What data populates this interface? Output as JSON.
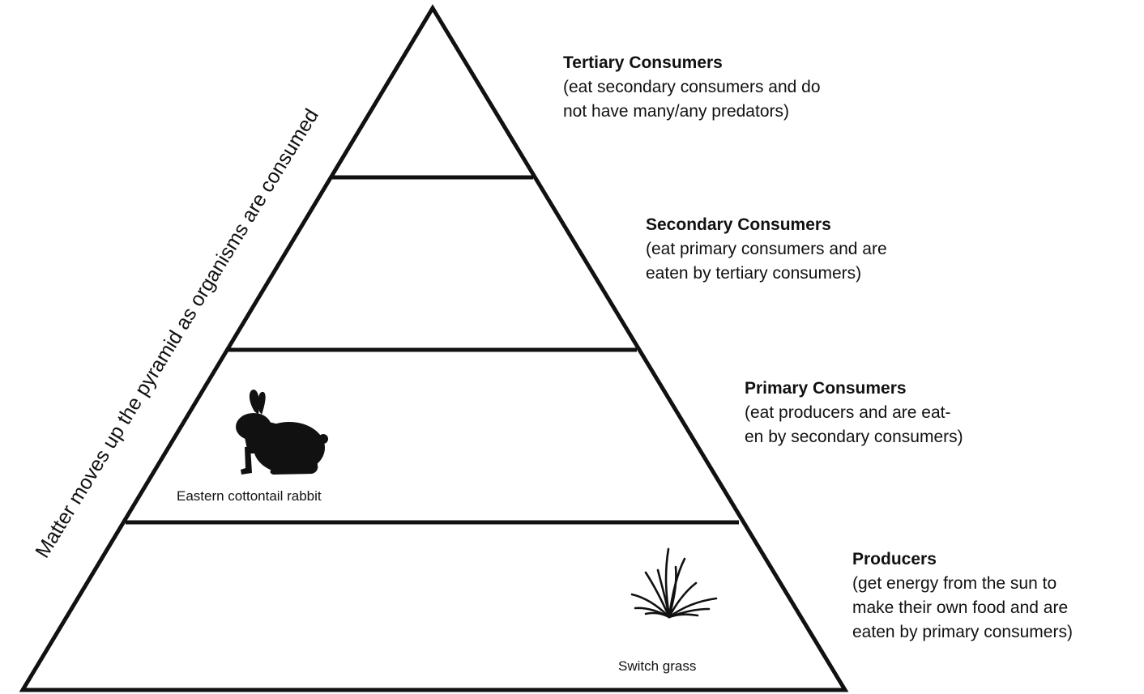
{
  "side_text": "Matter moves up the pyramid as organisms are consumed",
  "levels": [
    {
      "title": "Tertiary Consumers",
      "description": "(eat secondary consumers and do\nnot have many/any predators)"
    },
    {
      "title": "Secondary Consumers",
      "description": "(eat primary consumers and are\neaten by tertiary consumers)"
    },
    {
      "title": "Primary Consumers",
      "description": "(eat producers and are eat-\nen by secondary consumers)"
    },
    {
      "title": "Producers",
      "description": "(get energy from the sun to\nmake their own food and are\neaten by primary consumers)"
    }
  ],
  "organisms": {
    "rabbit": {
      "caption": "Eastern cottontail rabbit",
      "icon": "rabbit-silhouette-icon"
    },
    "grass": {
      "caption": "Switch grass",
      "icon": "grass-silhouette-icon"
    }
  },
  "colors": {
    "line": "#111111",
    "background": "#ffffff"
  }
}
